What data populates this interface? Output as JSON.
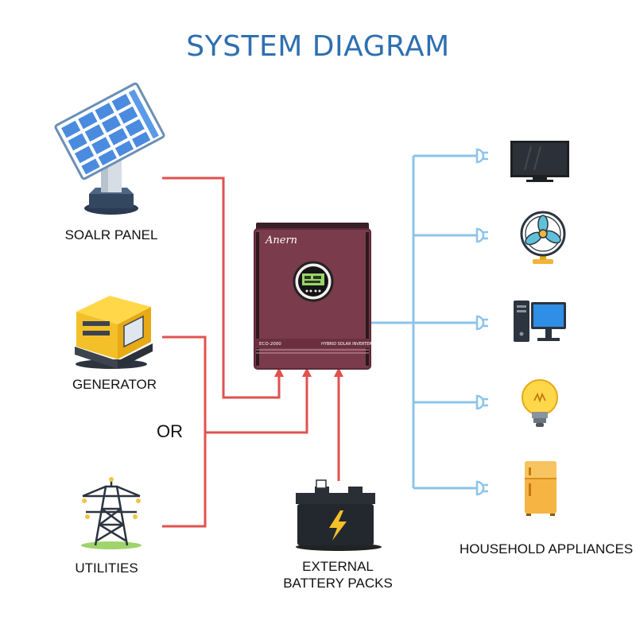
{
  "title": "SYSTEM DIAGRAM",
  "sources": {
    "solar": "SOALR PANEL",
    "generator": "GENERATOR",
    "or": "OR",
    "utilities": "UTILITIES"
  },
  "battery": {
    "line1": "EXTERNAL",
    "line2": "BATTERY PACKS"
  },
  "appliances_label": "HOUSEHOLD APPLIANCES",
  "inverter": {
    "brand": "Anern",
    "model": "ECO-2000",
    "name": "HYBRID SOLAR INVERTER"
  },
  "colors": {
    "title": "#2f6fb0",
    "input_line": "#e0524f",
    "output_line": "#8cc4ea",
    "inverter": "#7a3b4c"
  },
  "appliances": [
    "tv-icon",
    "fan-icon",
    "computer-icon",
    "light-bulb-icon",
    "refrigerator-icon"
  ]
}
